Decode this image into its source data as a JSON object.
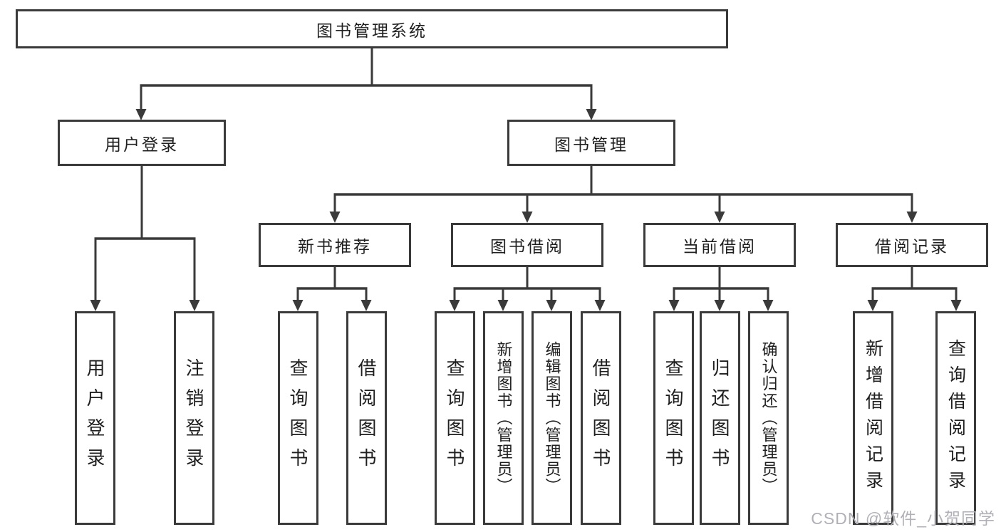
{
  "nodes": {
    "root": "图书管理系统",
    "user_login": "用户登录",
    "book_mgmt": "图书管理",
    "new_book_recommend": "新书推荐",
    "book_borrow": "图书借阅",
    "current_borrow": "当前借阅",
    "borrow_record": "借阅记录",
    "leaf_user_login": "用户登录",
    "leaf_logout_login": "注销登录",
    "leaf_query_book_a": "查询图书",
    "leaf_borrow_book_a": "借阅图书",
    "leaf_query_book_b": "查询图书",
    "leaf_add_book_admin": "新增图书（管理员）",
    "leaf_edit_book_admin": "编辑图书（管理员）",
    "leaf_borrow_book_b": "借阅图书",
    "leaf_query_book_c": "查询图书",
    "leaf_return_book": "归还图书",
    "leaf_confirm_return_admin": "确认归还（管理员）",
    "leaf_add_borrow_record": "新增借阅记录",
    "leaf_query_borrow_record": "查询借阅记录"
  },
  "watermark": "CSDN @软件_小贺同学",
  "colors": {
    "line": "#3a3a3a",
    "text": "#1f1f1f",
    "watermark": "#b0b0b6"
  }
}
